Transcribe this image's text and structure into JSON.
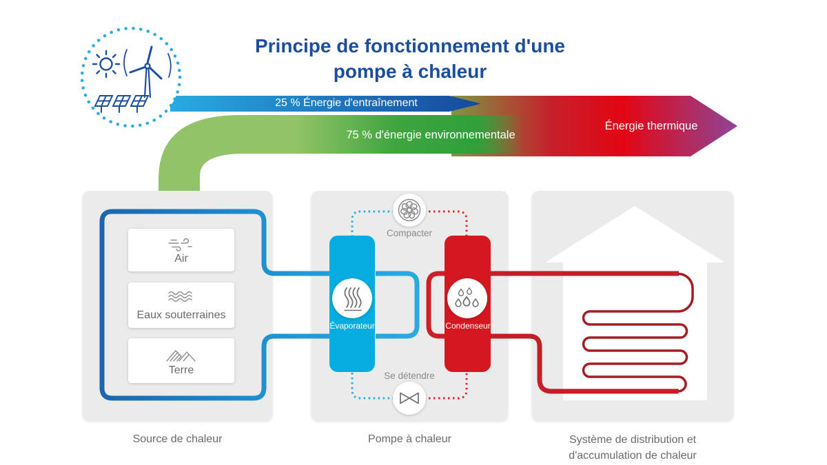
{
  "title": {
    "line1": "Principe de fonctionnement d'une",
    "line2": "pompe à chaleur"
  },
  "energy_flow": {
    "drive_label": "25 % Énergie d'entraînement",
    "environmental_label": "75 % d'énergie environnementale",
    "thermal_label": "Énergie thermique"
  },
  "badge": {
    "icons": [
      "sun-icon",
      "wind-turbine-icon",
      "solar-panels-icon"
    ]
  },
  "source_box": {
    "caption": "Source de chaleur",
    "items": [
      {
        "label": "Air",
        "icon": "wind-icon"
      },
      {
        "label": "Eaux souterraines",
        "icon": "waves-icon"
      },
      {
        "label": "Terre",
        "icon": "mountains-icon"
      }
    ]
  },
  "pump_box": {
    "caption": "Pompe à chaleur",
    "evaporator_label": "Évaporateur",
    "condenser_label": "Condenseur",
    "compress_label": "Compacter",
    "expand_label": "Se détendre",
    "evaporator_icon": "steam-icon",
    "condenser_icon": "droplets-icon",
    "compress_icon": "fan-icon",
    "expand_icon": "valve-icon"
  },
  "distribution_box": {
    "caption_line1": "Système de distribution et",
    "caption_line2": "d'accumulation de chaleur"
  },
  "colors": {
    "title_blue": "#1b4e9c",
    "cyan": "#29abe2",
    "dark_blue": "#16489e",
    "light_green": "#96c56a",
    "green": "#2f9f3a",
    "swoosh_green": "#92c368",
    "red": "#d5171f",
    "pipe_red": "#c41f29",
    "coil_red": "#a51d22",
    "purple": "#8e4597",
    "box_gray": "#ebebeb",
    "text_gray": "#6a6a6a"
  }
}
